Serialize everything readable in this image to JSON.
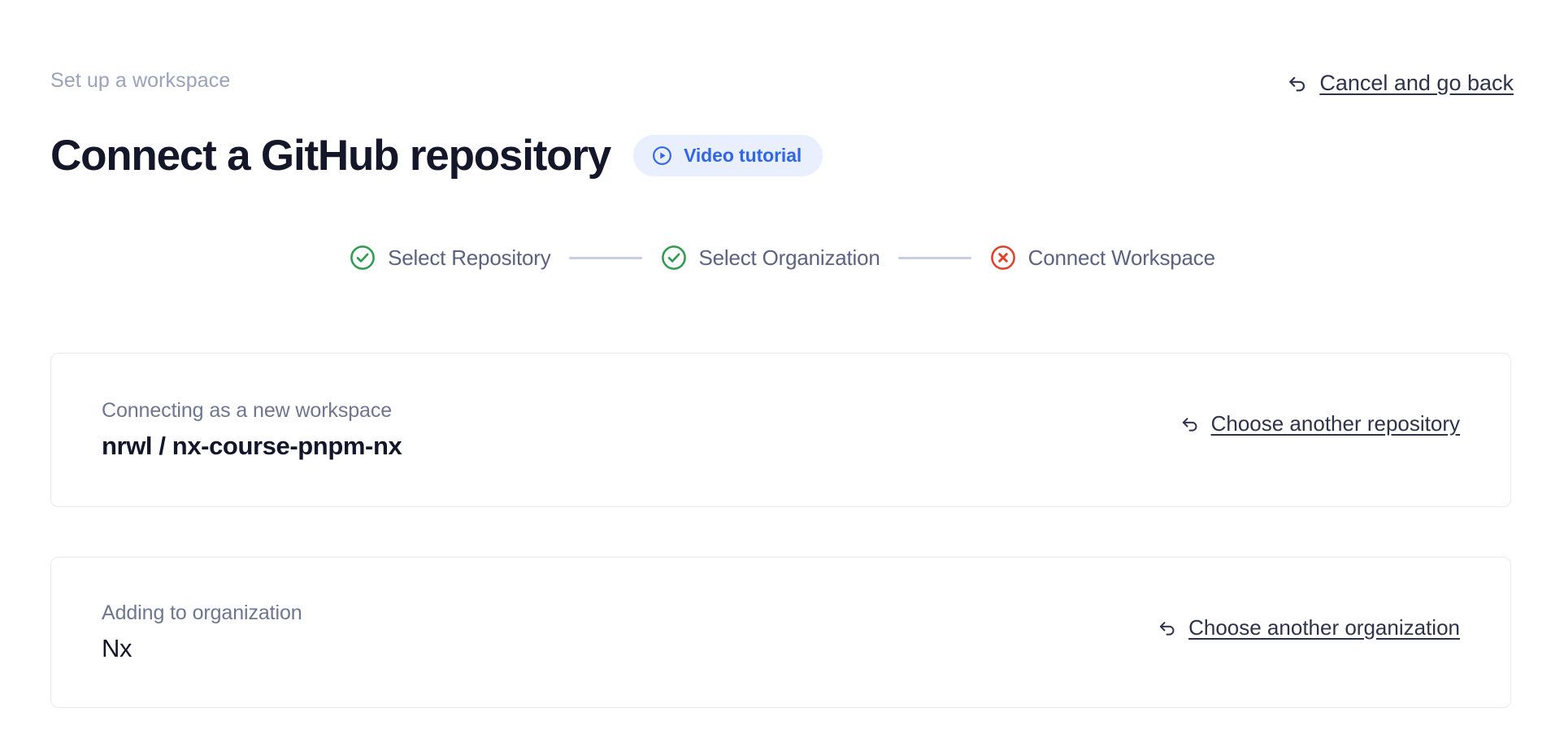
{
  "header": {
    "eyebrow": "Set up a workspace",
    "title": "Connect a GitHub repository",
    "video_badge_label": "Video tutorial",
    "video_badge_icon": "play-circle-icon",
    "cancel_label": "Cancel and go back",
    "cancel_icon": "undo-arrow-icon"
  },
  "stepper": {
    "steps": [
      {
        "label": "Select Repository",
        "state": "complete",
        "icon": "check-circle-icon"
      },
      {
        "label": "Select Organization",
        "state": "complete",
        "icon": "check-circle-icon"
      },
      {
        "label": "Connect Workspace",
        "state": "error",
        "icon": "x-circle-icon"
      }
    ]
  },
  "cards": [
    {
      "caption": "Connecting as a new workspace",
      "owner": "nrwl",
      "separator": " / ",
      "repo": "nx-course-pnpm-nx",
      "action_label": "Choose another repository",
      "action_icon": "undo-arrow-icon"
    },
    {
      "caption": "Adding to organization",
      "value": "Nx",
      "action_label": "Choose another organization",
      "action_icon": "undo-arrow-icon"
    }
  ],
  "colors": {
    "accent_blue": "#2f66ea",
    "badge_background": "#e9effd",
    "success_green": "#2e9b4f",
    "error_red": "#e0412a",
    "muted_text": "#9aa3bb",
    "step_text": "#5c6281",
    "card_border": "#e8eaf2",
    "connector": "#c7cee1",
    "title_text": "#141729"
  }
}
